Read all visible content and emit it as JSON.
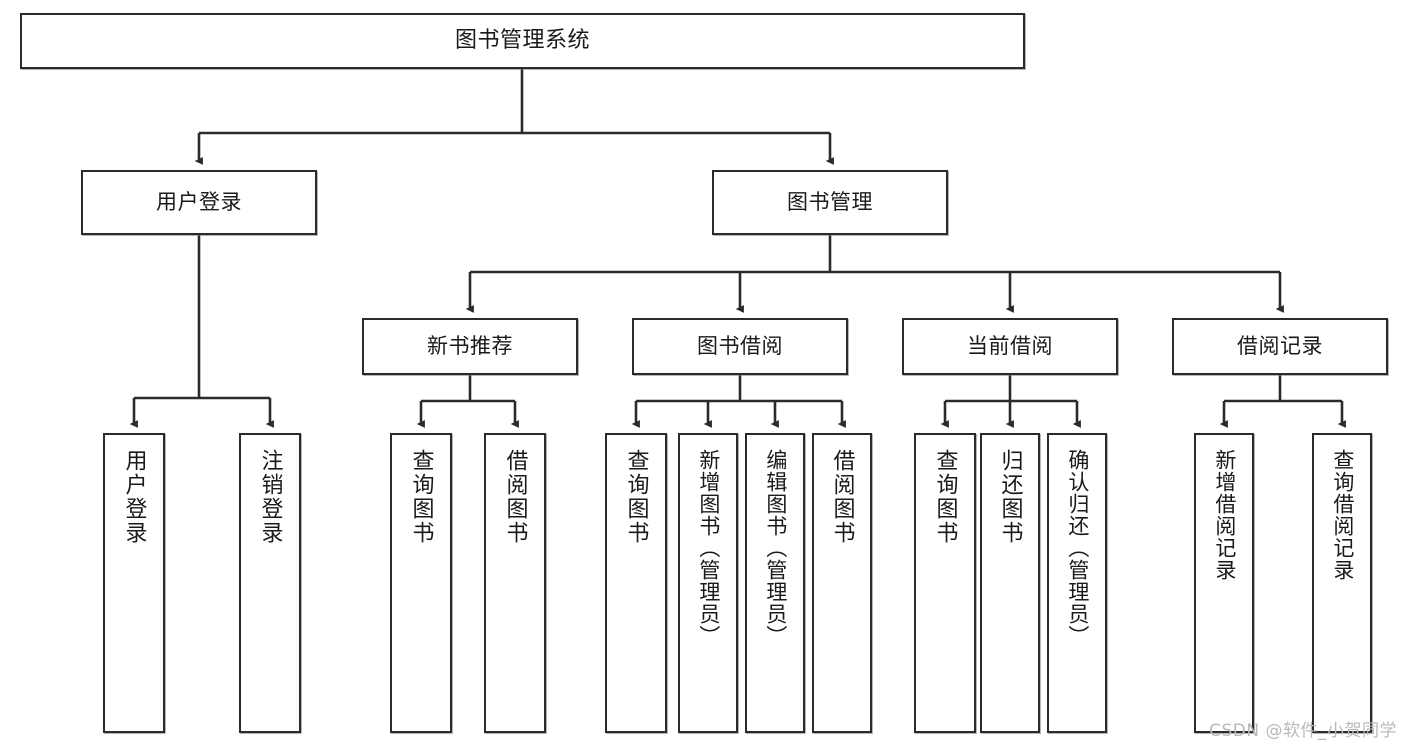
{
  "diagram": {
    "title": "图书管理系统",
    "type": "tree-hierarchy",
    "watermark": "CSDN @软件_小贺同学",
    "colors": {
      "box_border": "#2b2b2b",
      "box_fill": "#ffffff",
      "edge": "#2b2b2b",
      "text": "#1a1a1a",
      "watermark": "#b9b9b9",
      "background": "#ffffff"
    }
  },
  "nodes": {
    "root": {
      "label": "图书管理系统"
    },
    "level2": [
      {
        "label": "用户登录"
      },
      {
        "label": "图书管理"
      }
    ],
    "level3": [
      {
        "label": "新书推荐"
      },
      {
        "label": "图书借阅"
      },
      {
        "label": "当前借阅"
      },
      {
        "label": "借阅记录"
      }
    ],
    "leaves": {
      "user_login": [
        {
          "label": "用户登录"
        },
        {
          "label": "注销登录"
        }
      ],
      "new_book_recommend": [
        {
          "label": "查询图书"
        },
        {
          "label": "借阅图书"
        }
      ],
      "book_borrow": [
        {
          "label": "查询图书"
        },
        {
          "label": "新增图书（管理员）"
        },
        {
          "label": "编辑图书（管理员）"
        },
        {
          "label": "借阅图书"
        }
      ],
      "current_borrow": [
        {
          "label": "查询图书"
        },
        {
          "label": "归还图书"
        },
        {
          "label": "确认归还（管理员）"
        }
      ],
      "borrow_record": [
        {
          "label": "新增借阅记录"
        },
        {
          "label": "查询借阅记录"
        }
      ]
    }
  }
}
